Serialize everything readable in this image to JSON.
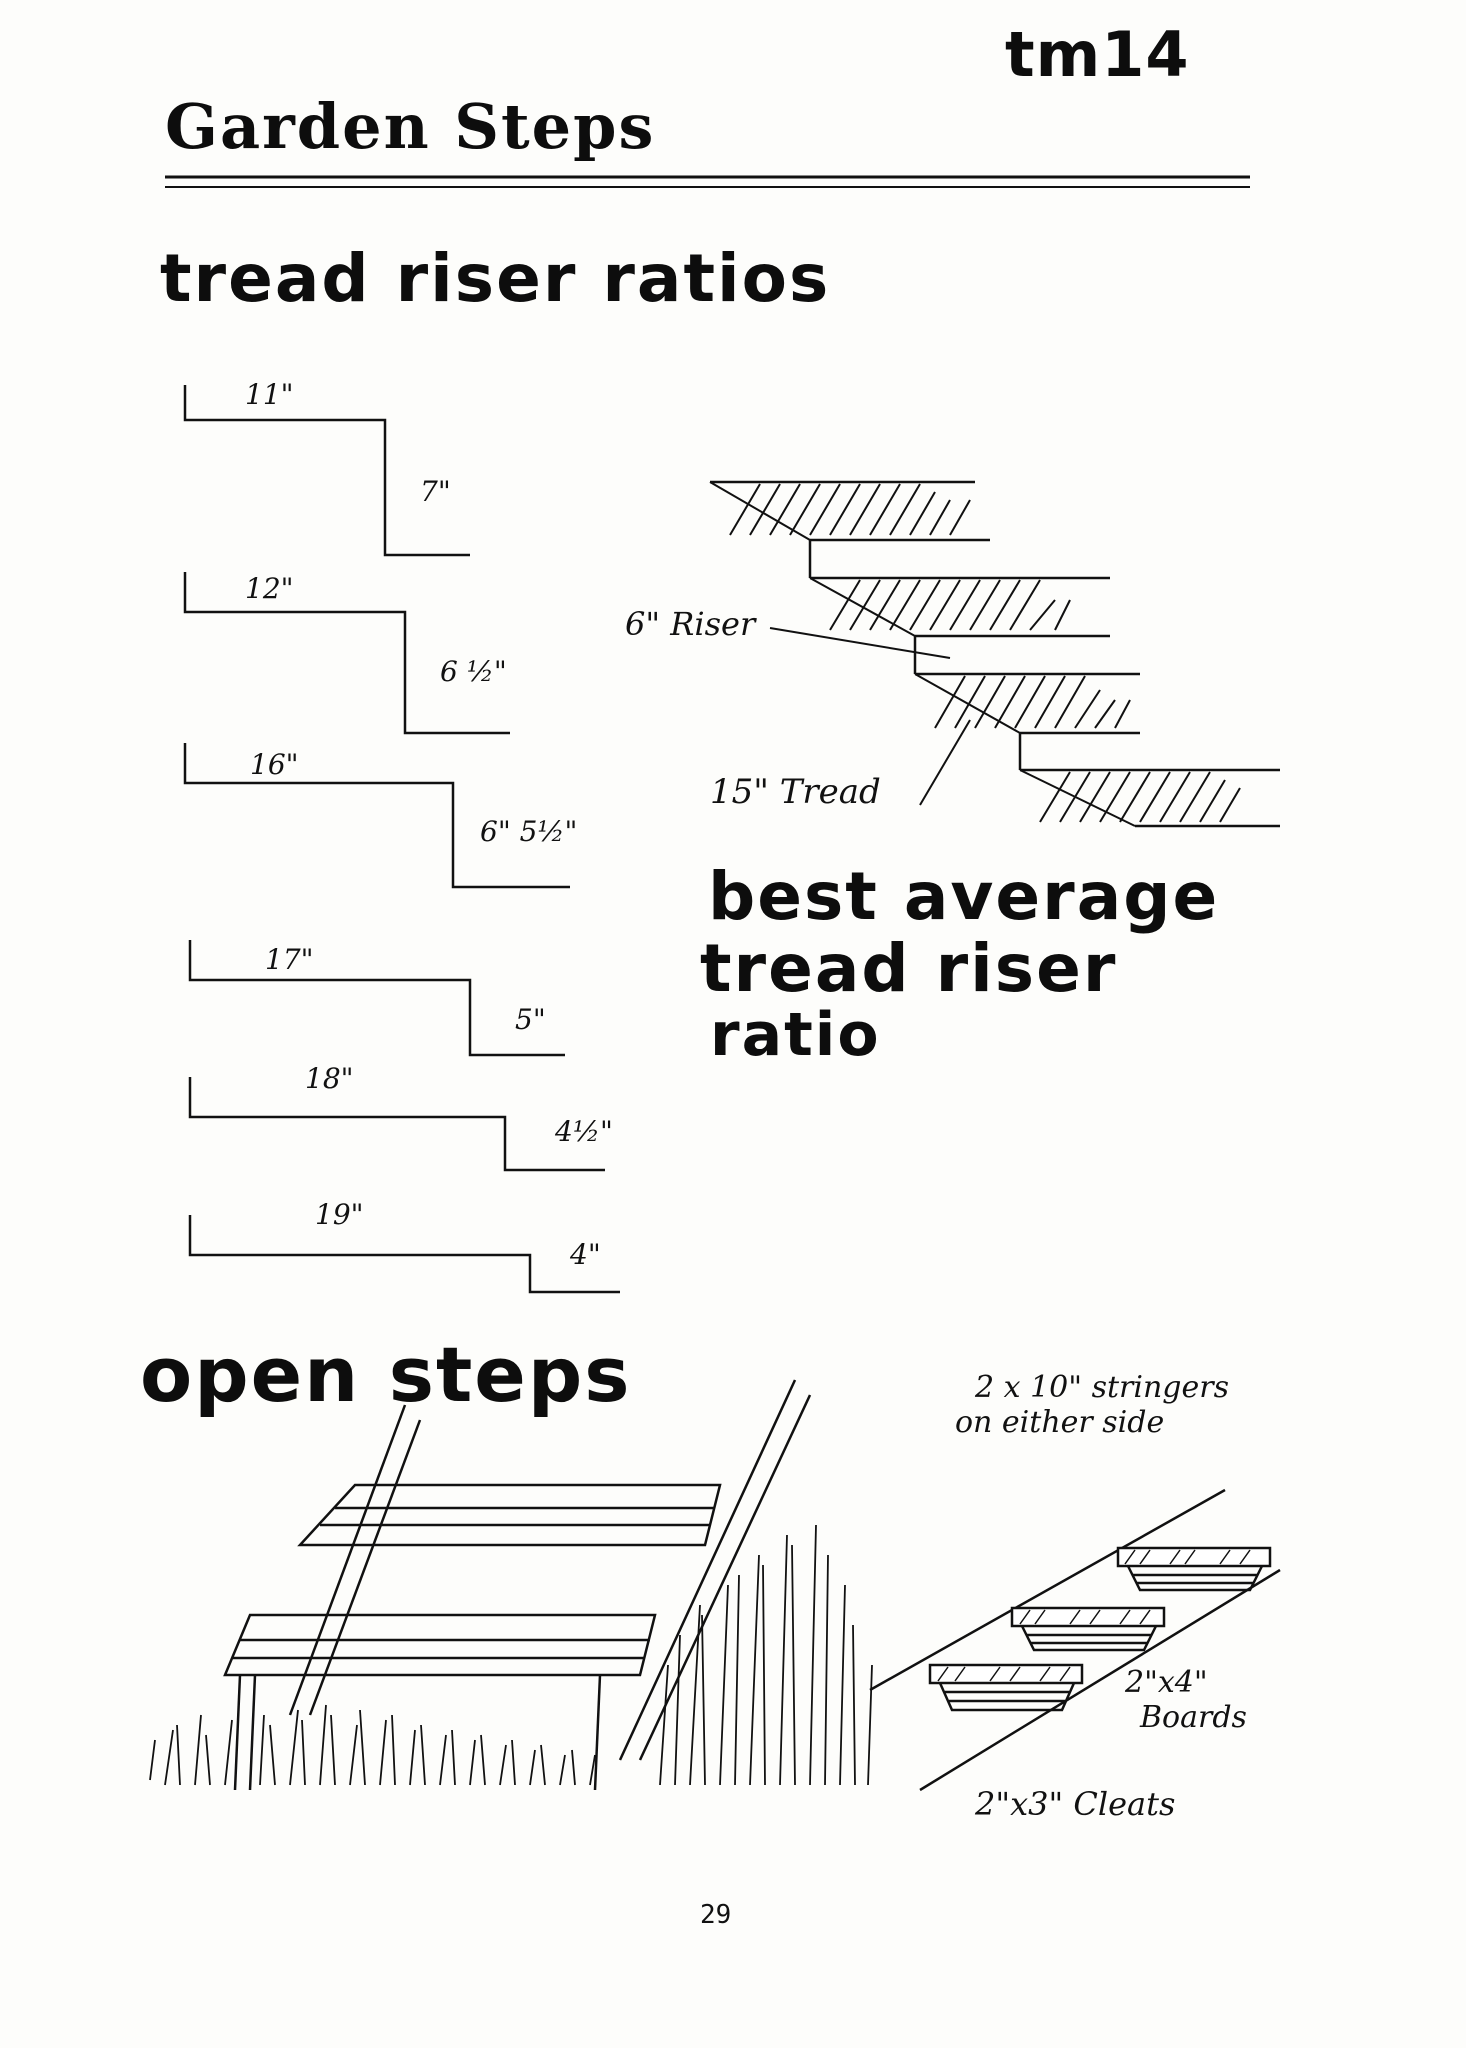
{
  "header": {
    "code": "tm14",
    "title": "Garden Steps"
  },
  "ratios_section": {
    "heading": "tread riser ratios",
    "steps": [
      {
        "tread": "11\"",
        "riser": "7\""
      },
      {
        "tread": "12\"",
        "riser": "6 ½\""
      },
      {
        "tread": "16\"",
        "riser": "6\" 5½\""
      },
      {
        "tread": "17\"",
        "riser": "5\""
      },
      {
        "tread": "18\"",
        "riser": "4½\""
      },
      {
        "tread": "19\"",
        "riser": "4\""
      }
    ]
  },
  "best_ratio": {
    "riser_label": "6\" Riser",
    "tread_label": "15\" Tread",
    "heading_line1": "best average",
    "heading_line2": "tread riser",
    "heading_line3": "ratio"
  },
  "open_steps": {
    "heading": "open steps",
    "stringers_line1": "2 x 10\" stringers",
    "stringers_line2": "on either side",
    "boards_line1": "2\"x4\"",
    "boards_line2": "Boards",
    "cleats_label": "2\"x3\" Cleats"
  },
  "footer": {
    "page_number": "29"
  }
}
